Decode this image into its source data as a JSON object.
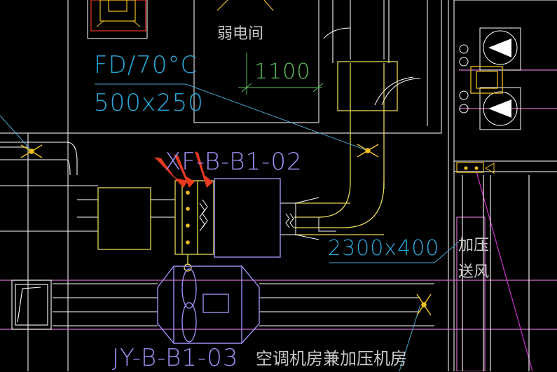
{
  "labels": {
    "damper_type": "FD/70°C",
    "damper_size": "500x250",
    "room_weak": "弱电间",
    "dimension": "1100",
    "unit_xf": "XF-B-B1-02",
    "duct_size": "2300x400",
    "pressurized_1": "加压",
    "pressurized_2": "送风",
    "unit_jy": "JY-B-B1-03",
    "room_ac": "空调机房兼加压机房"
  },
  "colors": {
    "background": "#000000",
    "wall": "#d8d8d8",
    "duct_outline": "#ffffff",
    "equipment": "#e8d75a",
    "fan_unit": "#9a8ff0",
    "cyan_text": "#2aa8d8",
    "leader": "#4aa8d0",
    "pink_duct": "#d070c8",
    "magenta": "#d030d0",
    "marker_red": "#e83a20",
    "dimension_green": "#5bbf5a",
    "damper_orange": "#f0c020"
  },
  "icons": {
    "annotation_arrows": "red-arrow-icon",
    "fire_damper": "damper-x-icon",
    "fan": "fan-icon"
  }
}
